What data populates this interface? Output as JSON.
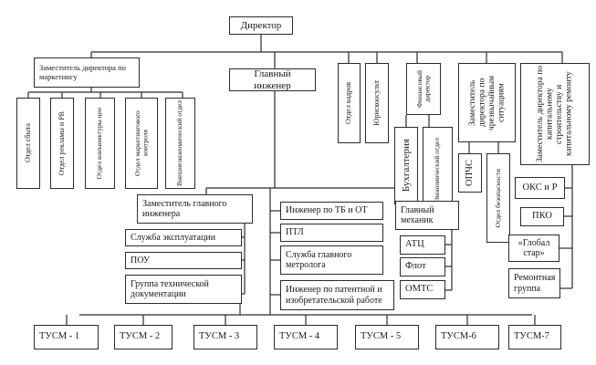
{
  "diagram": {
    "type": "org-chart",
    "language": "ru",
    "line_color": "#2b2b2b",
    "nodes": [
      {
        "id": "director",
        "label": "Директор"
      },
      {
        "id": "deputy-marketing",
        "label": "Заместитель директора по маркетингу",
        "parent": "director"
      },
      {
        "id": "sales-dept",
        "label": "Отдел сбыта",
        "parent": "deputy-marketing"
      },
      {
        "id": "advertising-pr-dept",
        "label": "Отдел рекламы и PR",
        "parent": "deputy-marketing"
      },
      {
        "id": "price-market-dept",
        "label": "Отдел конъюнктуры цен",
        "parent": "deputy-marketing"
      },
      {
        "id": "marketing-control-dept",
        "label": "Отдел маркетингового контроля",
        "parent": "deputy-marketing"
      },
      {
        "id": "foreign-economic-dept",
        "label": "Внешнеэкономический отдел",
        "parent": "deputy-marketing"
      },
      {
        "id": "chief-engineer",
        "label": "Главный инженер",
        "parent": "director"
      },
      {
        "id": "hr-dept",
        "label": "Отдел кадров",
        "parent": "director"
      },
      {
        "id": "legal-counsel",
        "label": "Юрисконсульт",
        "parent": "director"
      },
      {
        "id": "financial-director",
        "label": "Финансовый директор",
        "parent": "director"
      },
      {
        "id": "accounting",
        "label": "Бухгалтерия",
        "parent": "financial-director"
      },
      {
        "id": "economic-dept",
        "label": "Экономический отдел",
        "parent": "financial-director"
      },
      {
        "id": "deputy-emergency",
        "label": "Заместитель директора по чрезвычайным ситуациям",
        "parent": "director"
      },
      {
        "id": "opchs",
        "label": "ОПЧС",
        "parent": "deputy-emergency"
      },
      {
        "id": "security-dept",
        "label": "Отдел безопасности",
        "parent": "deputy-emergency"
      },
      {
        "id": "deputy-construction",
        "label": "Заместитель директора по капитальному строительству и капитальному ремонту",
        "parent": "director"
      },
      {
        "id": "oks-r",
        "label": "ОКС и Р",
        "parent": "deputy-construction"
      },
      {
        "id": "pko",
        "label": "ПКО",
        "parent": "deputy-construction"
      },
      {
        "id": "global-star",
        "label": "«Глобал стар»",
        "parent": "deputy-construction"
      },
      {
        "id": "repair-group",
        "label": "Ремонтная группа",
        "parent": "deputy-construction"
      },
      {
        "id": "deputy-chief-engineer",
        "label": "Заместитель главного инженера",
        "parent": "chief-engineer"
      },
      {
        "id": "operations-service",
        "label": "Служба эксплуатации",
        "parent": "deputy-chief-engineer"
      },
      {
        "id": "pou",
        "label": "ПОУ",
        "parent": "deputy-chief-engineer"
      },
      {
        "id": "tech-docs-group",
        "label": "Группа технической документации",
        "parent": "deputy-chief-engineer"
      },
      {
        "id": "safety-engineer",
        "label": "Инженер по ТБ и ОТ",
        "parent": "chief-engineer"
      },
      {
        "id": "ptl",
        "label": "ПТЛ",
        "parent": "chief-engineer"
      },
      {
        "id": "metrology-service",
        "label": "Служба главного метролога",
        "parent": "chief-engineer"
      },
      {
        "id": "patent-engineer",
        "label": "Инженер по патентной и изобретательской работе",
        "parent": "chief-engineer"
      },
      {
        "id": "chief-mechanic",
        "label": "Главный механик",
        "parent": "chief-engineer"
      },
      {
        "id": "atc",
        "label": "АТЦ",
        "parent": "chief-mechanic"
      },
      {
        "id": "fleet",
        "label": "Флот",
        "parent": "chief-mechanic"
      },
      {
        "id": "omts",
        "label": "ОМТС",
        "parent": "chief-mechanic"
      },
      {
        "id": "tusm-1",
        "label": "ТУСМ - 1",
        "parent": "chief-engineer"
      },
      {
        "id": "tusm-2",
        "label": "ТУСМ - 2",
        "parent": "chief-engineer"
      },
      {
        "id": "tusm-3",
        "label": "ТУСМ - 3",
        "parent": "chief-engineer"
      },
      {
        "id": "tusm-4",
        "label": "ТУСМ - 4",
        "parent": "chief-engineer"
      },
      {
        "id": "tusm-5",
        "label": "ТУСМ - 5",
        "parent": "chief-engineer"
      },
      {
        "id": "tusm-6",
        "label": "ТУСМ-6",
        "parent": "chief-engineer"
      },
      {
        "id": "tusm-7",
        "label": "ТУСМ-7",
        "parent": "chief-engineer"
      }
    ]
  }
}
